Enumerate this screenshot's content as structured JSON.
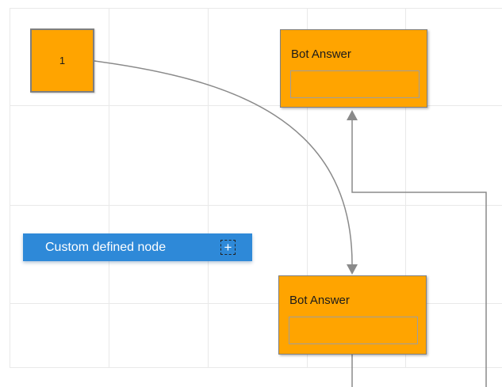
{
  "colors": {
    "node_orange": "#FFA400",
    "node_border": "#7f7f7f",
    "custom_blue": "#2E89D8",
    "connector_gray": "#8a8a8a",
    "grid_gray": "#e9e9e9",
    "text_dark": "#1b1b1b",
    "text_light": "#ffffff"
  },
  "nodes": {
    "start": {
      "label": "1"
    },
    "bot_answer_top": {
      "title": "Bot Answer"
    },
    "bot_answer_bottom": {
      "title": "Bot Answer"
    },
    "custom_defined": {
      "label": "Custom defined node",
      "plus_icon": "+"
    }
  },
  "edges": [
    {
      "from": "start",
      "to": "bot_answer_bottom",
      "style": "curved",
      "arrow": "down"
    },
    {
      "from": "bot_answer_bottom",
      "to": "bot_answer_top",
      "style": "orthogonal",
      "arrow": "up"
    }
  ]
}
